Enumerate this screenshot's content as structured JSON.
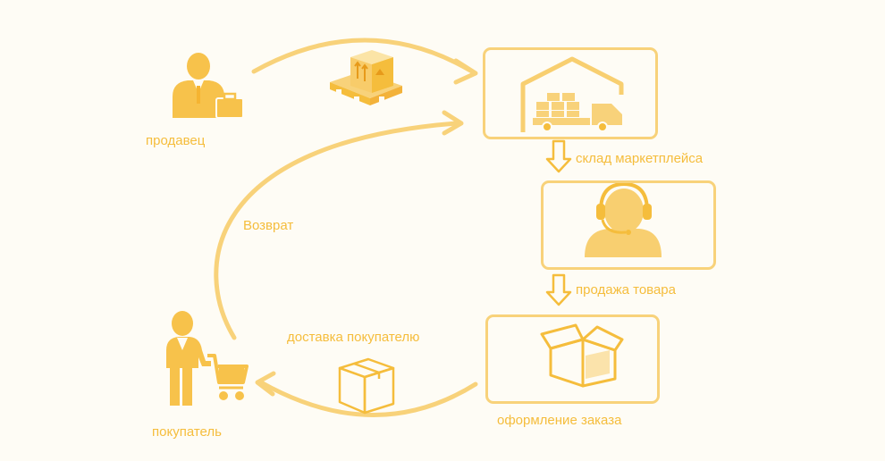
{
  "diagram": {
    "nodes": {
      "seller": {
        "label": "продавец",
        "icon": "businessman-icon"
      },
      "warehouse": {
        "label": "склад маркетплейса",
        "icon": "warehouse-truck-icon"
      },
      "sale": {
        "label": "продажа товара",
        "icon": "operator-headset-icon"
      },
      "order": {
        "label": "оформление заказа",
        "icon": "open-box-icon"
      },
      "buyer": {
        "label": "покупатель",
        "icon": "shopper-cart-icon"
      }
    },
    "edges": {
      "supply": {
        "icon": "pallet-boxes-icon"
      },
      "delivery": {
        "label": "доставка покупателю",
        "icon": "parcel-box-icon"
      },
      "return": {
        "label": "Возврат"
      }
    }
  },
  "colors": {
    "accent": "#f5bd3c",
    "accent_light": "#f8d27a",
    "background": "#fefcf5"
  }
}
